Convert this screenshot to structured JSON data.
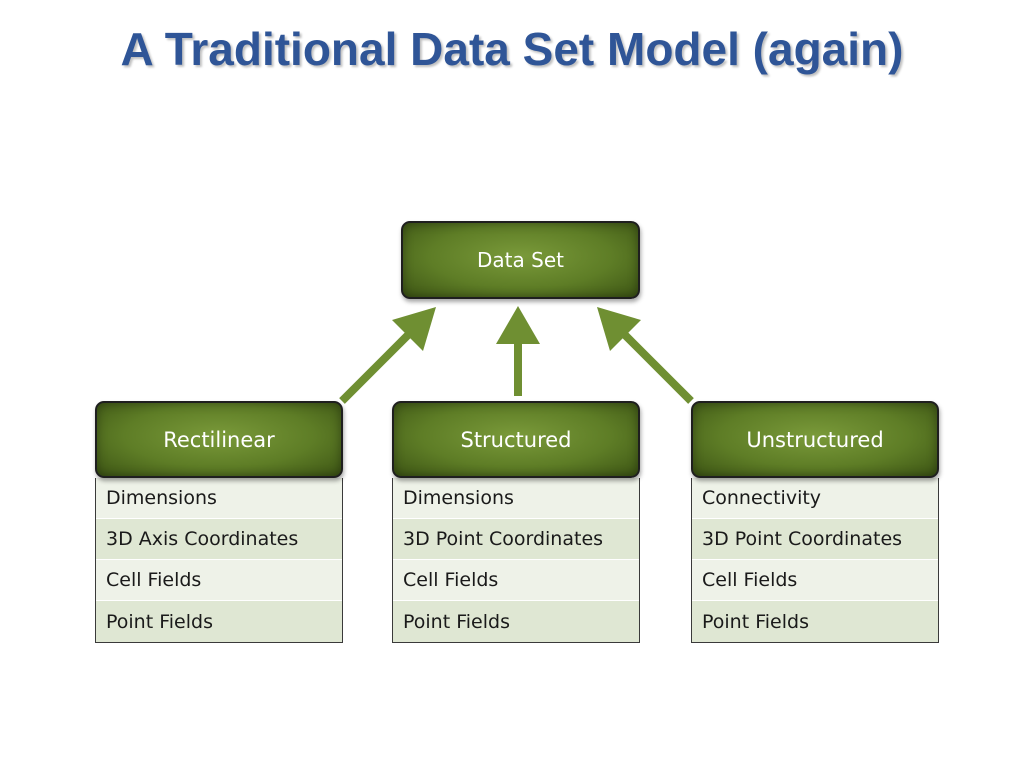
{
  "title": "A Traditional Data Set Model (again)",
  "colors": {
    "title": "#2f5597",
    "node_green": "#5e7d26",
    "arrow_green": "#6f8f32",
    "row_light": "#eef2e8",
    "row_dark": "#dfe7d3"
  },
  "root": {
    "label": "Data Set"
  },
  "children": [
    {
      "label": "Rectilinear",
      "rows": [
        "Dimensions",
        "3D Axis Coordinates",
        "Cell Fields",
        "Point Fields"
      ]
    },
    {
      "label": "Structured",
      "rows": [
        "Dimensions",
        "3D Point Coordinates",
        "Cell Fields",
        "Point Fields"
      ]
    },
    {
      "label": "Unstructured",
      "rows": [
        "Connectivity",
        "3D Point Coordinates",
        "Cell Fields",
        "Point Fields"
      ]
    }
  ]
}
